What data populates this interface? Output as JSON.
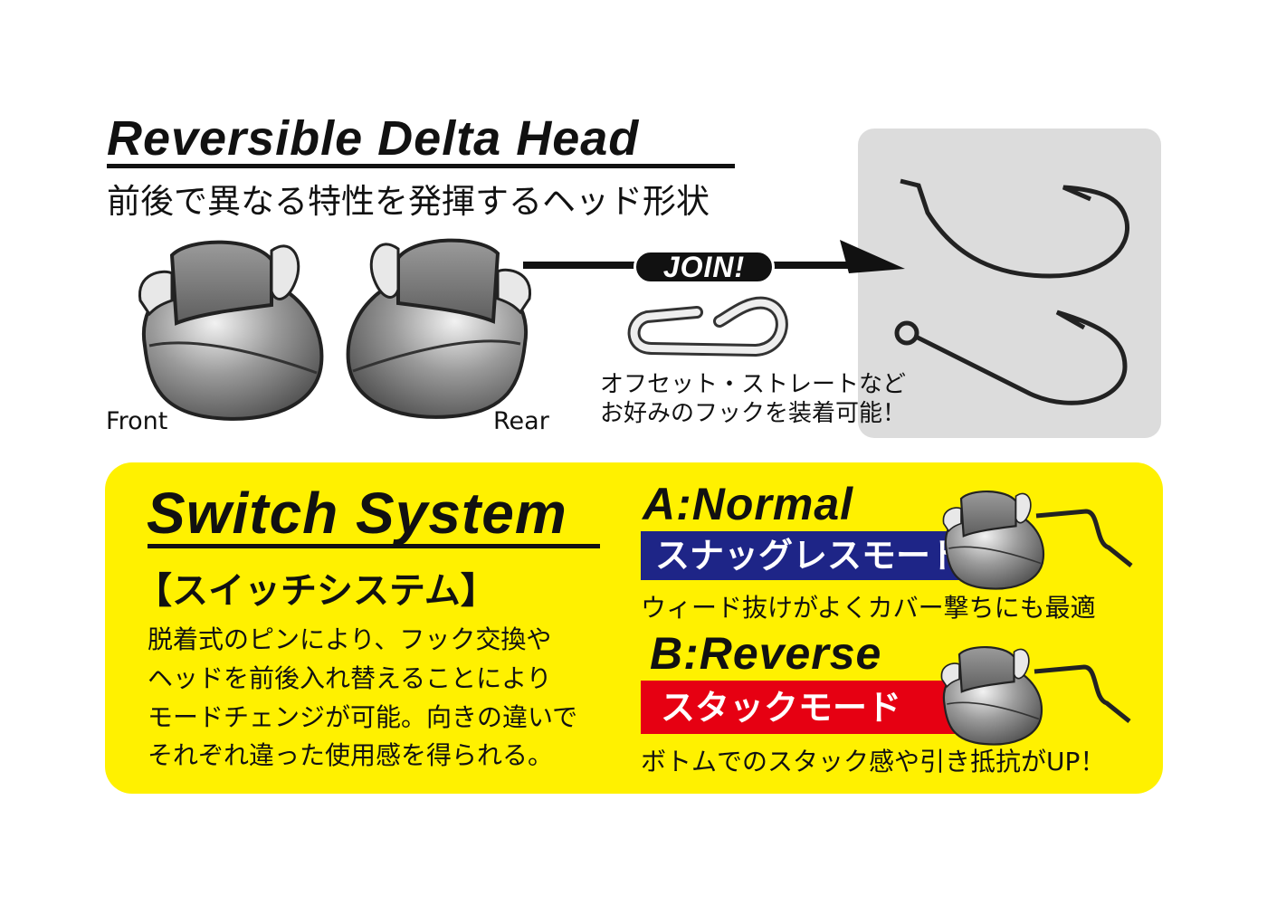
{
  "header": {
    "title": "Reversible Delta Head",
    "subtitle": "前後で異なる特性を発揮するヘッド形状"
  },
  "heads": {
    "front_label": "Front",
    "rear_label": "Rear"
  },
  "join": {
    "badge": "JOIN!",
    "caption_line1": "オフセット・ストレートなど",
    "caption_line2": "お好みのフックを装着可能！"
  },
  "switch": {
    "title": "Switch System",
    "subtitle": "【スイッチシステム】",
    "body": [
      "脱着式のピンにより、フック交換や",
      "ヘッドを前後入れ替えることにより",
      "モードチェンジが可能。向きの違いで",
      "それぞれ違った使用感を得られる。"
    ],
    "modes": [
      {
        "label": "A:Normal",
        "bar_text": "スナッグレスモード",
        "bar_color": "#1e2587",
        "description": "ウィード抜けがよくカバー撃ちにも最適"
      },
      {
        "label": "B:Reverse",
        "bar_text": "スタックモード",
        "bar_color": "#e60012",
        "description": "ボトムでのスタック感や引き抵抗がUP！"
      }
    ]
  },
  "colors": {
    "panel_yellow": "#fff100",
    "hook_panel_gray": "#dcdcdc"
  }
}
